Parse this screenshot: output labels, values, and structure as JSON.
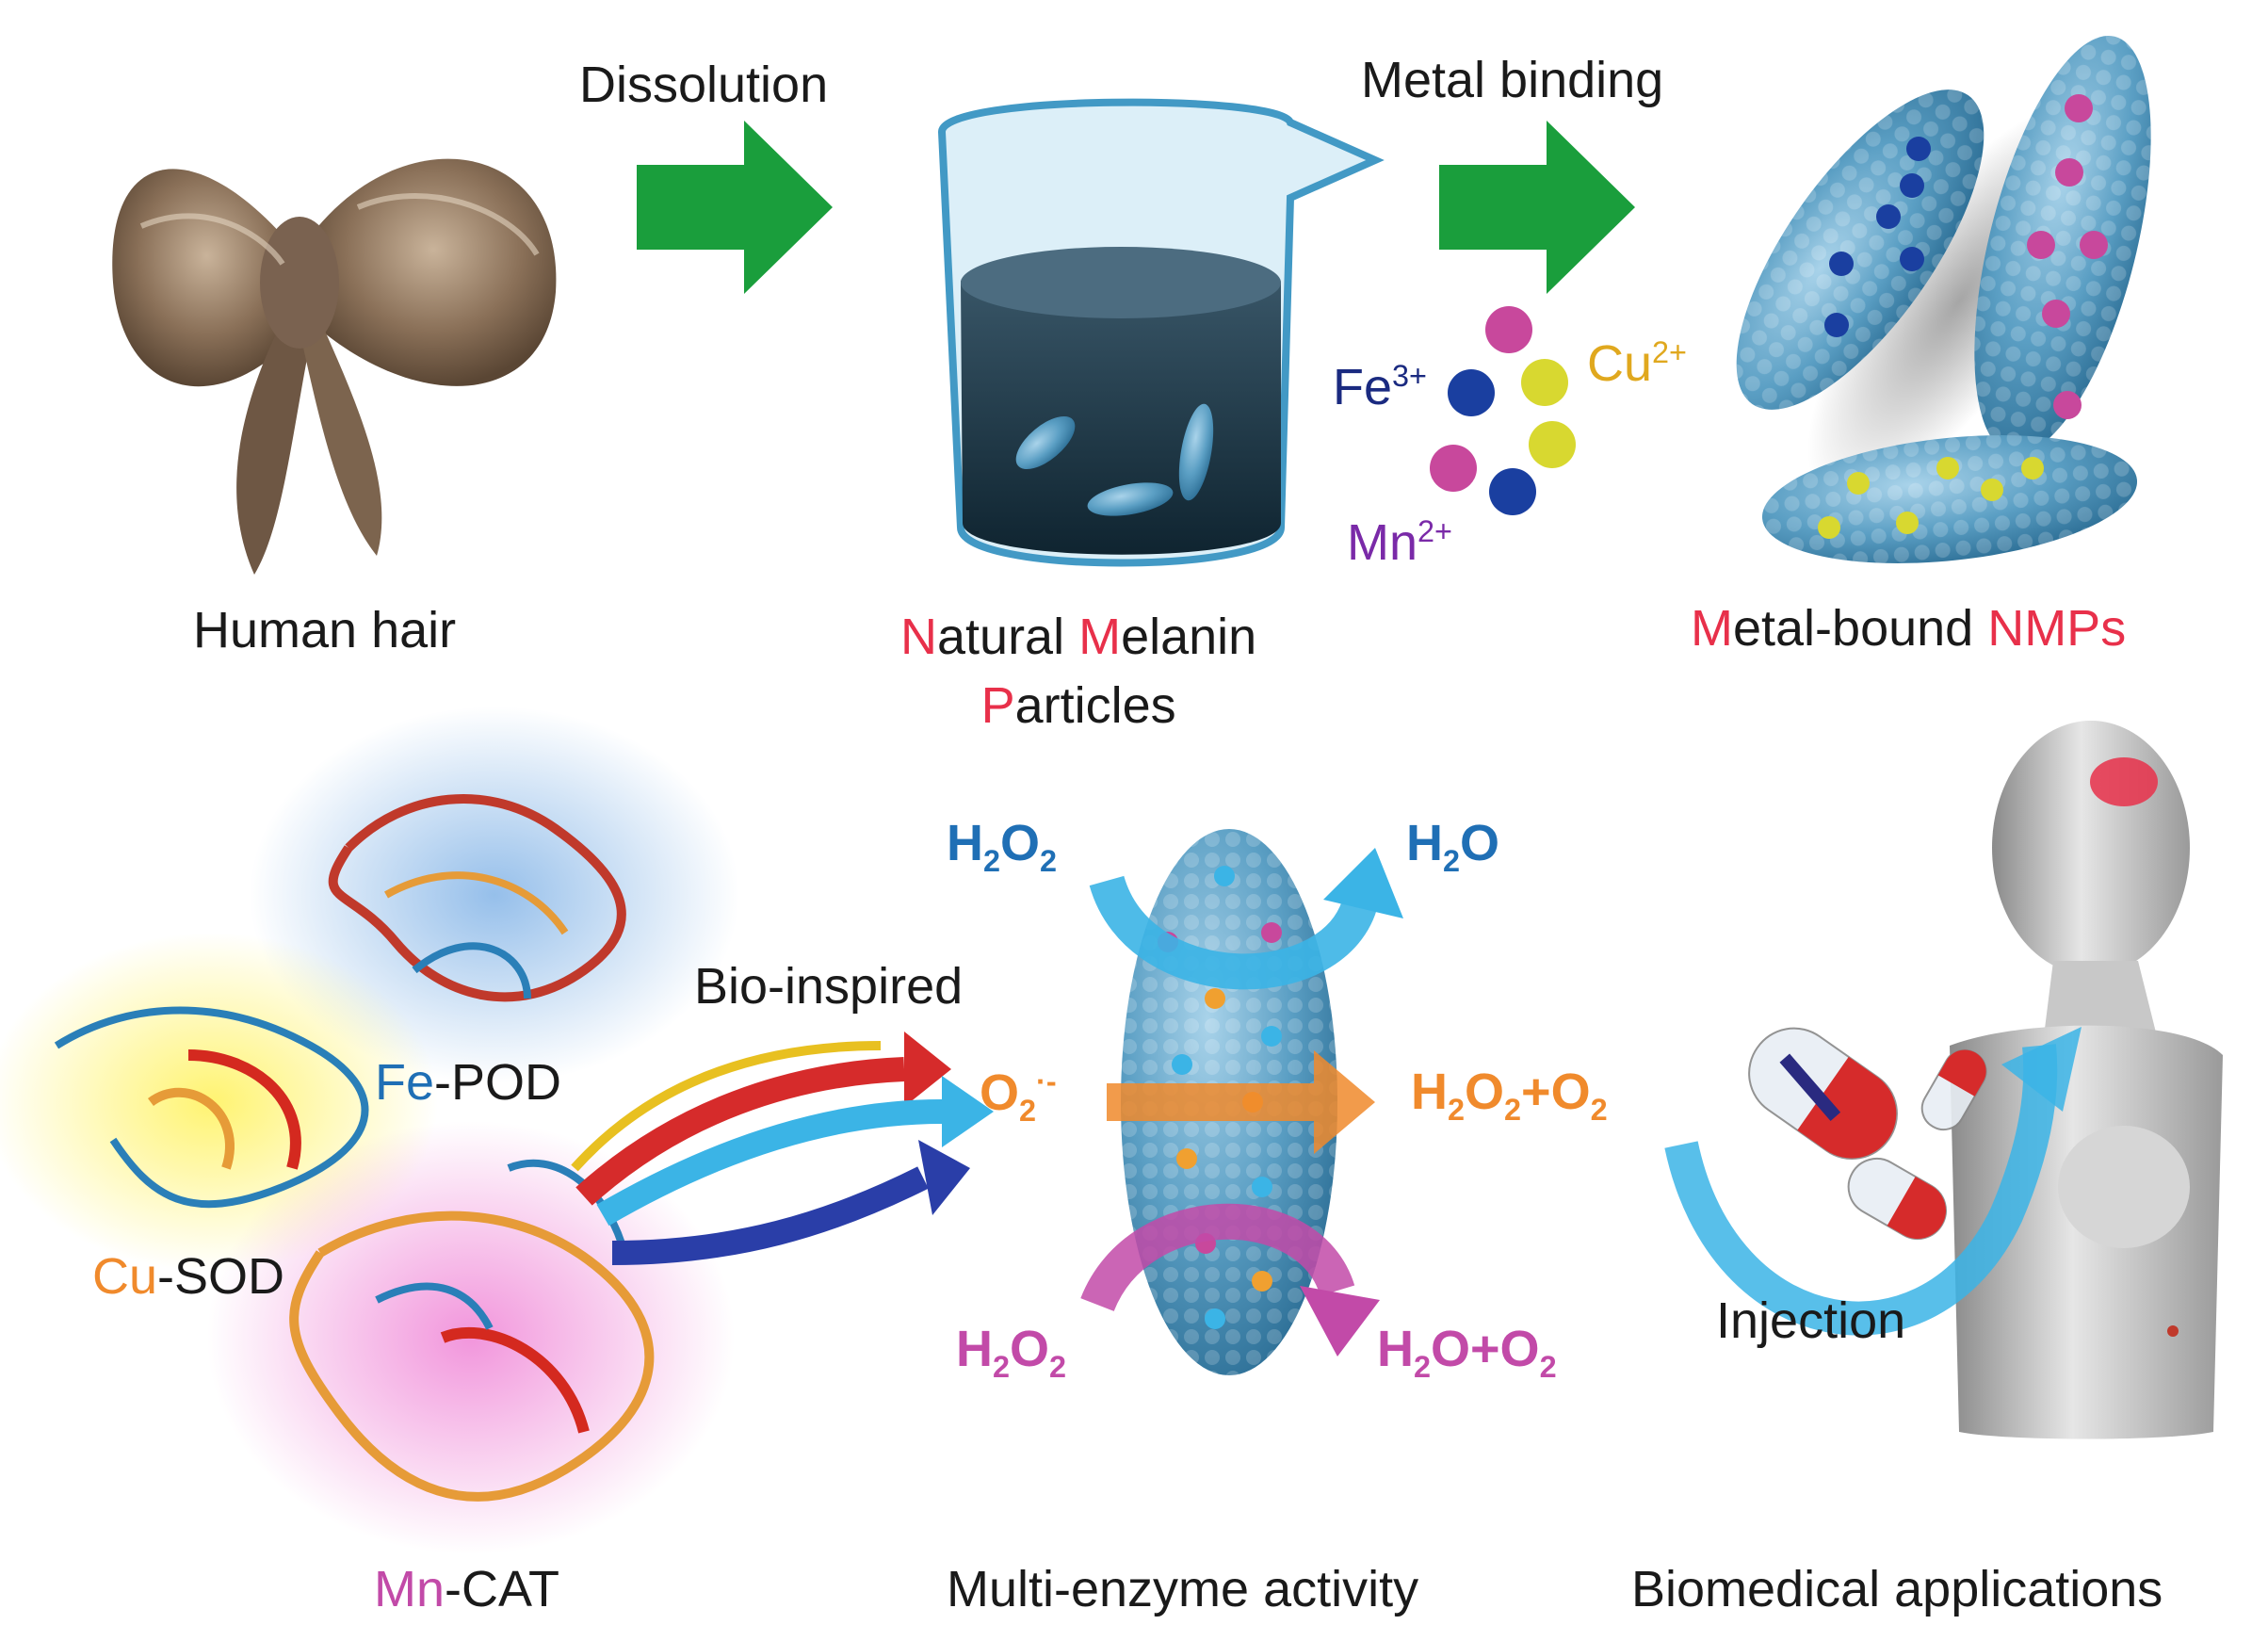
{
  "top": {
    "step1_label": "Dissolution",
    "step2_label": "Metal binding",
    "hair_caption": "Human hair",
    "nmp_caption": {
      "n": "N",
      "atural": "atural ",
      "m": "M",
      "elanin": "elanin",
      "p": "P",
      "articles": "articles"
    },
    "metal_caption": {
      "m": "M",
      "etal": "etal-bound ",
      "nmps": "NMPs"
    },
    "ions": {
      "fe": "Fe",
      "fe_charge": "3+",
      "cu": "Cu",
      "cu_charge": "2+",
      "mn": "Mn",
      "mn_charge": "2+"
    }
  },
  "bottom": {
    "bio_label": "Bio-inspired",
    "fe_pod": {
      "metal": "Fe",
      "rest": "-POD"
    },
    "cu_sod": {
      "metal": "Cu",
      "rest": "-SOD"
    },
    "mn_cat": {
      "metal": "Mn",
      "rest": "-CAT"
    },
    "reactions": {
      "h2o2_top": {
        "a": "H",
        "s1": "2",
        "b": "O",
        "s2": "2"
      },
      "h2o_top": {
        "a": "H",
        "s1": "2",
        "b": "O"
      },
      "o2_mid": {
        "a": "O",
        "s1": "2",
        "sup": "·-"
      },
      "h2o2_o2": {
        "a": "H",
        "s1": "2",
        "b": "O",
        "s2": "2",
        "c": "+O",
        "s3": "2"
      },
      "h2o2_bot": {
        "a": "H",
        "s1": "2",
        "b": "O",
        "s2": "2"
      },
      "h2o_o2": {
        "a": "H",
        "s1": "2",
        "b": "O+O",
        "s2": "2"
      }
    },
    "injection_label": "Injection",
    "enzyme_caption": "Multi-enzyme activity",
    "biomed_caption": "Biomedical applications"
  },
  "colors": {
    "arrow_green": "#1a9e3c",
    "particle_blue": "#5b9fc4",
    "fe_dot": "#1a3fa0",
    "cu_dot": "#d8d830",
    "mn_dot": "#c8489c",
    "arrow_blue": "#3bb4e6",
    "arrow_orange": "#f08a2c",
    "arrow_magenta": "#c24aa8"
  }
}
